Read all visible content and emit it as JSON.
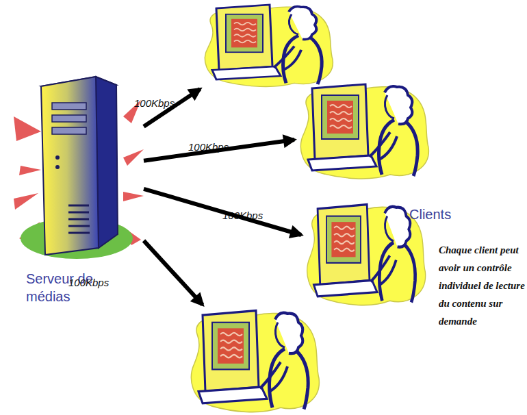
{
  "diagram": {
    "nodes": [
      {
        "text": [
          "Serveur de médias"
        ]
      },
      {
        "text": []
      },
      {
        "text": []
      },
      {
        "text": []
      },
      {
        "text": []
      }
    ],
    "edges": [
      {
        "from": 0,
        "to": 1,
        "label": "100Kbps",
        "arrow": "to"
      },
      {
        "from": 0,
        "to": 2,
        "label": "100Kbps",
        "arrow": "to"
      },
      {
        "from": 0,
        "to": 3,
        "label": "100Kbps",
        "arrow": "to"
      },
      {
        "from": 0,
        "to": 4,
        "label": "100Kbps",
        "arrow": "to"
      }
    ],
    "labels": [
      "Clients",
      "Chaque client peut avoir un contrôle individuel de lecture du contenu sur demande"
    ]
  }
}
